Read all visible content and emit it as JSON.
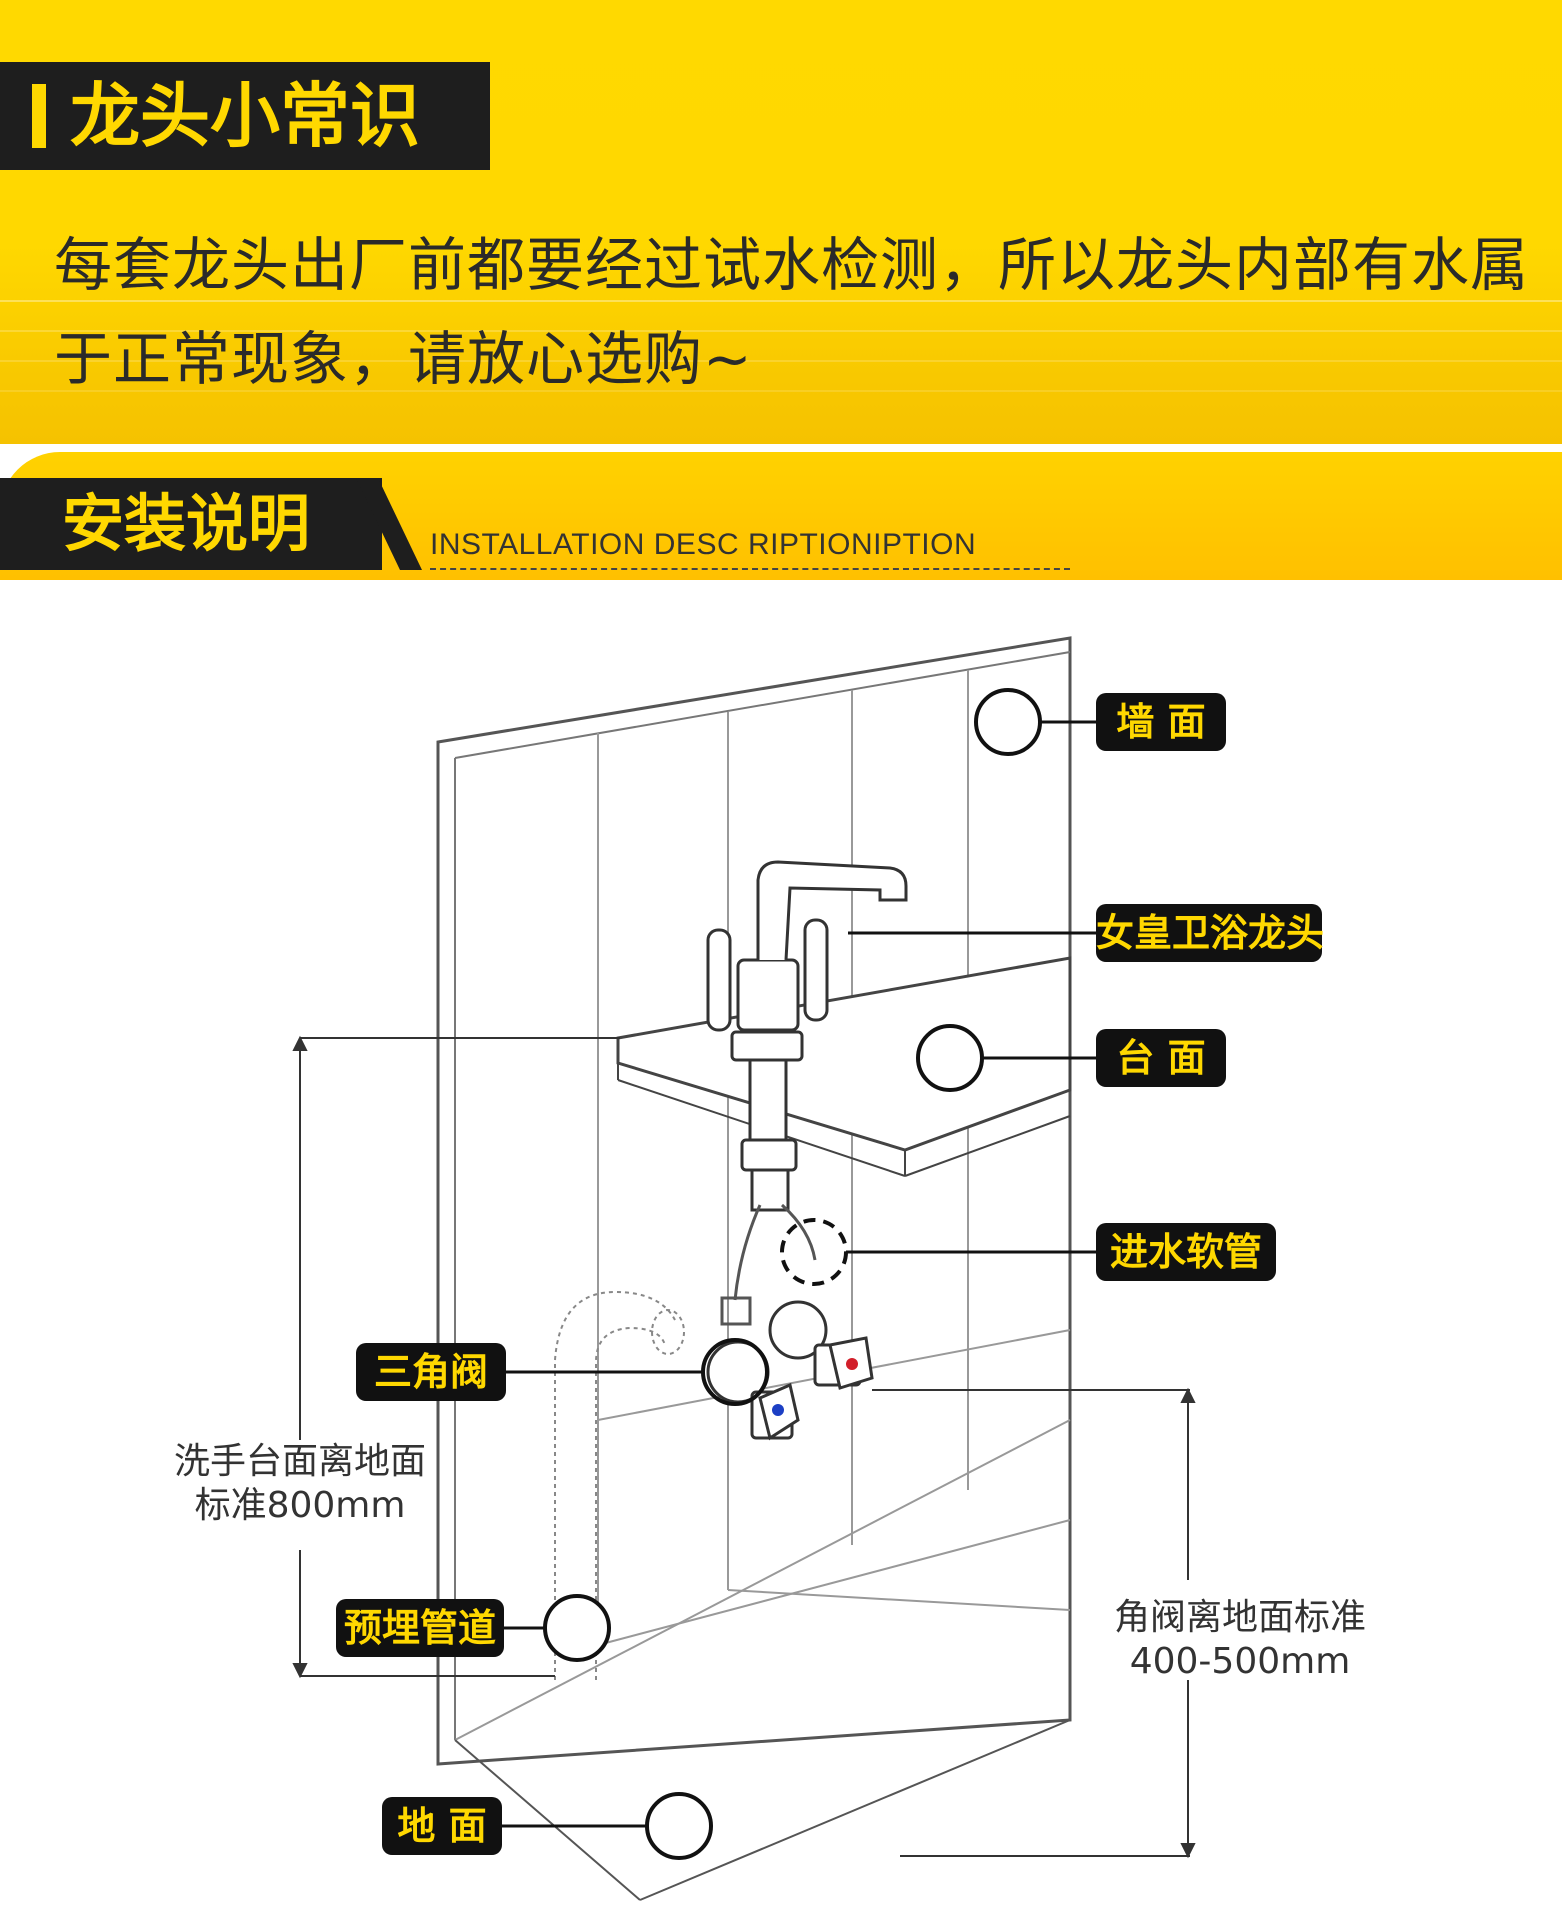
{
  "tip": {
    "title": "龙头小常识",
    "body": "每套龙头出厂前都要经过试水检测，所以龙头内部有水属于正常现象，请放心选购~"
  },
  "section": {
    "title": "安装说明",
    "subtitle": "INSTALLATION DESC RIPTIONIPTION"
  },
  "labels": {
    "wall": "墙 面",
    "faucet": "女皇卫浴龙头",
    "counter": "台 面",
    "hose": "进水软管",
    "angle_valve": "三角阀",
    "pipe": "预埋管道",
    "floor": "地 面"
  },
  "dimensions": {
    "counter_height_line1": "洗手台面离地面",
    "counter_height_line2": "标准800mm",
    "valve_height_line1": "角阀离地面标准",
    "valve_height_line2": "400-500mm"
  },
  "colors": {
    "brand_yellow": "#ffd800",
    "label_bg": "#111111",
    "hot_valve": "#d21f2a",
    "cold_valve": "#1c3fc4"
  }
}
